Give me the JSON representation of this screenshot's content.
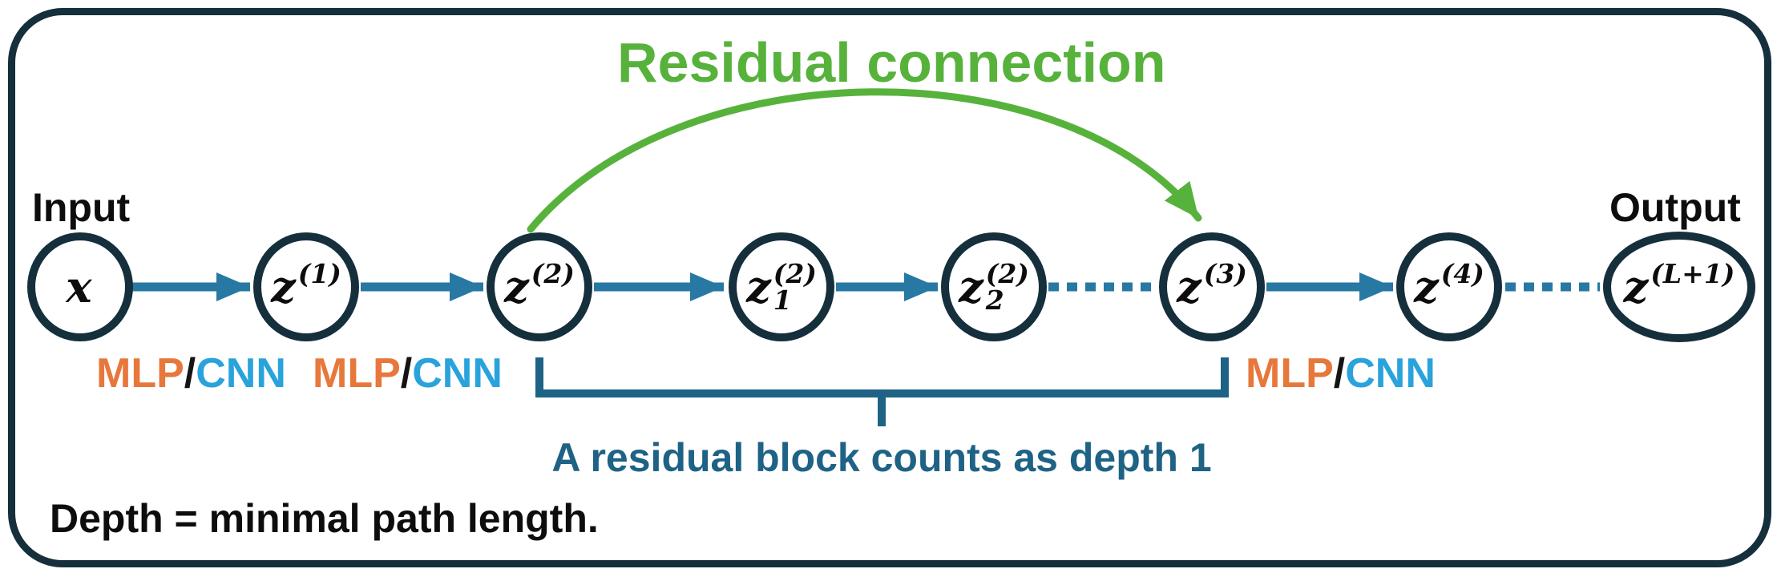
{
  "title": {
    "text": "Residual connection",
    "color": "#57b23c"
  },
  "labels": {
    "input": "Input",
    "output": "Output",
    "residual_caption": "A residual block counts as depth 1",
    "depth_note": "Depth = minimal path length."
  },
  "layer_labels": [
    {
      "mlp": "MLP",
      "slash": "/",
      "cnn": "CNN"
    },
    {
      "mlp": "MLP",
      "slash": "/",
      "cnn": "CNN"
    },
    {
      "mlp": "MLP",
      "slash": "/",
      "cnn": "CNN"
    }
  ],
  "nodes": [
    {
      "id": "x",
      "base": "x",
      "sup": "",
      "sub": ""
    },
    {
      "id": "z1",
      "base": "z",
      "sup": "(1)",
      "sub": ""
    },
    {
      "id": "z2",
      "base": "z",
      "sup": "(2)",
      "sub": ""
    },
    {
      "id": "z2_1",
      "base": "z",
      "sup": "(2)",
      "sub": "1"
    },
    {
      "id": "z2_2",
      "base": "z",
      "sup": "(2)",
      "sub": "2"
    },
    {
      "id": "z3",
      "base": "z",
      "sup": "(3)",
      "sub": ""
    },
    {
      "id": "z4",
      "base": "z",
      "sup": "(4)",
      "sub": ""
    },
    {
      "id": "zL1",
      "base": "z",
      "sup": "(L+1)",
      "sub": ""
    }
  ],
  "edges": [
    {
      "from": "x",
      "to": "z1",
      "style": "solid-arrow"
    },
    {
      "from": "z1",
      "to": "z2",
      "style": "solid-arrow"
    },
    {
      "from": "z2",
      "to": "z2_1",
      "style": "solid-arrow"
    },
    {
      "from": "z2_1",
      "to": "z2_2",
      "style": "solid-arrow"
    },
    {
      "from": "z2_2",
      "to": "z3",
      "style": "dotted"
    },
    {
      "from": "z3",
      "to": "z4",
      "style": "solid-arrow"
    },
    {
      "from": "z4",
      "to": "zL1",
      "style": "dotted"
    },
    {
      "from": "z2",
      "to": "z3",
      "style": "residual-arc"
    }
  ],
  "colors": {
    "frame_and_nodes": "#152f3c",
    "flow_arrow": "#2878a4",
    "residual_green": "#57b23c",
    "bracket_and_caption": "#1e6285",
    "mlp_orange": "#e7783b",
    "cnn_blue": "#2aa3dc",
    "text_black": "#0d0d0d",
    "background": "#ffffff"
  }
}
